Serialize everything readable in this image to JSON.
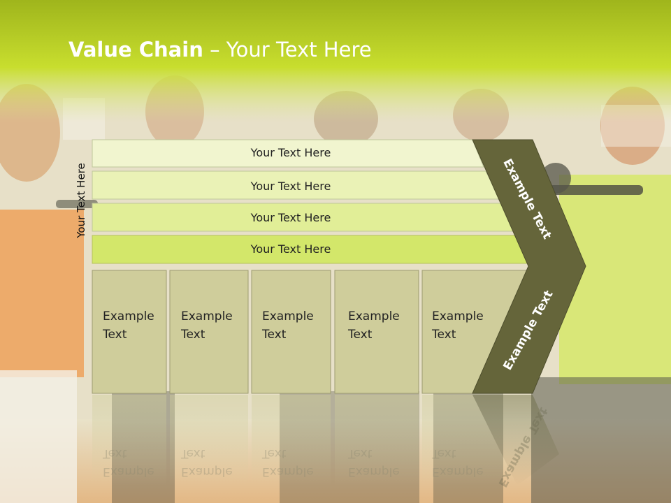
{
  "title": {
    "bold": "Value Chain",
    "rest": " – Your Text Here"
  },
  "side_label": "Your Text Here",
  "bars": [
    {
      "label": "Your Text Here"
    },
    {
      "label": "Your Text Here"
    },
    {
      "label": "Your Text Here"
    },
    {
      "label": "Your Text Here"
    }
  ],
  "boxes": [
    {
      "line1": "Example",
      "line2": "Text"
    },
    {
      "line1": "Example",
      "line2": "Text"
    },
    {
      "line1": "Example",
      "line2": "Text"
    },
    {
      "line1": "Example",
      "line2": "Text"
    },
    {
      "line1": "Example",
      "line2": "Text"
    }
  ],
  "chevron_top": "Example Text",
  "chevron_bottom": "Example Text",
  "colors": {
    "header_green": "#c4db2c",
    "bar_fill_1": "#f1f5cf",
    "bar_fill_2": "#eaf2b6",
    "bar_fill_3": "#e1ee97",
    "bar_fill_4": "#d3e76a",
    "box_fill": "#cfcd9b",
    "chevron_fill": "#65653a"
  }
}
